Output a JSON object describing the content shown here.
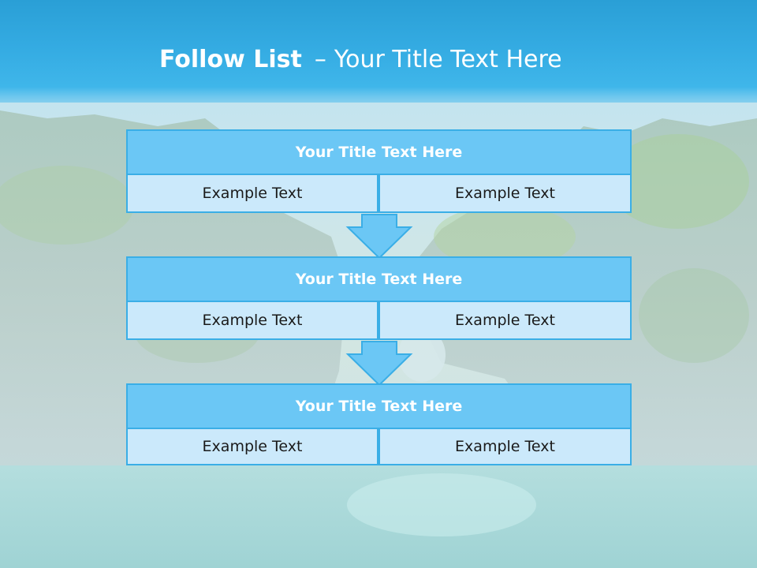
{
  "header": {
    "title_bold": "Follow List",
    "title_dash": "–",
    "title_rest": "Your Title Text Here"
  },
  "steps": [
    {
      "title": "Your Title Text Here",
      "left_text": "Example Text",
      "right_text": "Example Text"
    },
    {
      "title": "Your Title Text Here",
      "left_text": "Example Text",
      "right_text": "Example Text"
    },
    {
      "title": "Your Title Text Here",
      "left_text": "Example Text",
      "right_text": "Example Text"
    }
  ],
  "colors": {
    "header_blue": "#2a9fd6",
    "box_title_fill": "#6bc7f5",
    "box_cell_fill": "#cbe9fb",
    "box_border": "#3aaee6",
    "arrow_fill": "#6bc7f5"
  },
  "icons": {
    "connector": "down-arrow-icon"
  }
}
